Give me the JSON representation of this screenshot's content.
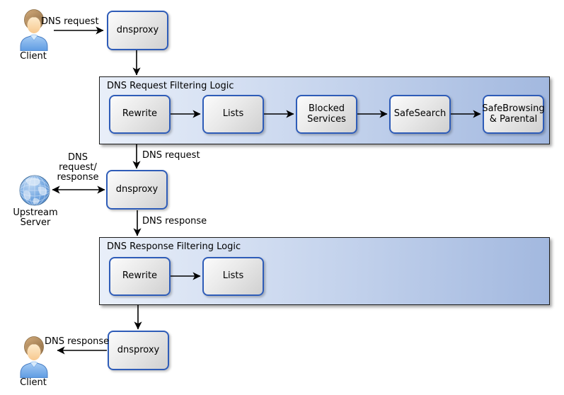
{
  "nodes": {
    "client_top": "Client",
    "client_bottom": "Client",
    "upstream_server": [
      "Upstream",
      "Server"
    ],
    "dnsproxy_top": "dnsproxy",
    "dnsproxy_middle": "dnsproxy",
    "dnsproxy_bottom": "dnsproxy"
  },
  "request_filter": {
    "title": "DNS Request Filtering Logic",
    "steps": [
      {
        "label": "Rewrite"
      },
      {
        "label": "Lists"
      },
      {
        "label": "Blocked Services"
      },
      {
        "label": "SafeSearch"
      },
      {
        "label": "SafeBrowsing & Parental"
      }
    ]
  },
  "response_filter": {
    "title": "DNS Response Filtering Logic",
    "steps": [
      {
        "label": "Rewrite"
      },
      {
        "label": "Lists"
      }
    ]
  },
  "edge_labels": {
    "client_request": "DNS request",
    "filtered_request": "DNS request",
    "upstream_exchange": [
      "DNS",
      "request/",
      "response"
    ],
    "proxy_response": "DNS response",
    "client_response": "DNS response"
  },
  "colors": {
    "node_border": "#2e5cb8",
    "node_fill_light": "#fbfbfb",
    "node_fill_dark": "#d0d0d0",
    "container_fill_left": "#e9eff9",
    "container_fill_right": "#a2b8df",
    "container_border": "#1c1c1c",
    "arrow": "#000000",
    "globe_blue": "#5b93d6",
    "shirt_blue": "#6ba3e8",
    "hair_brown": "#b5905f"
  }
}
